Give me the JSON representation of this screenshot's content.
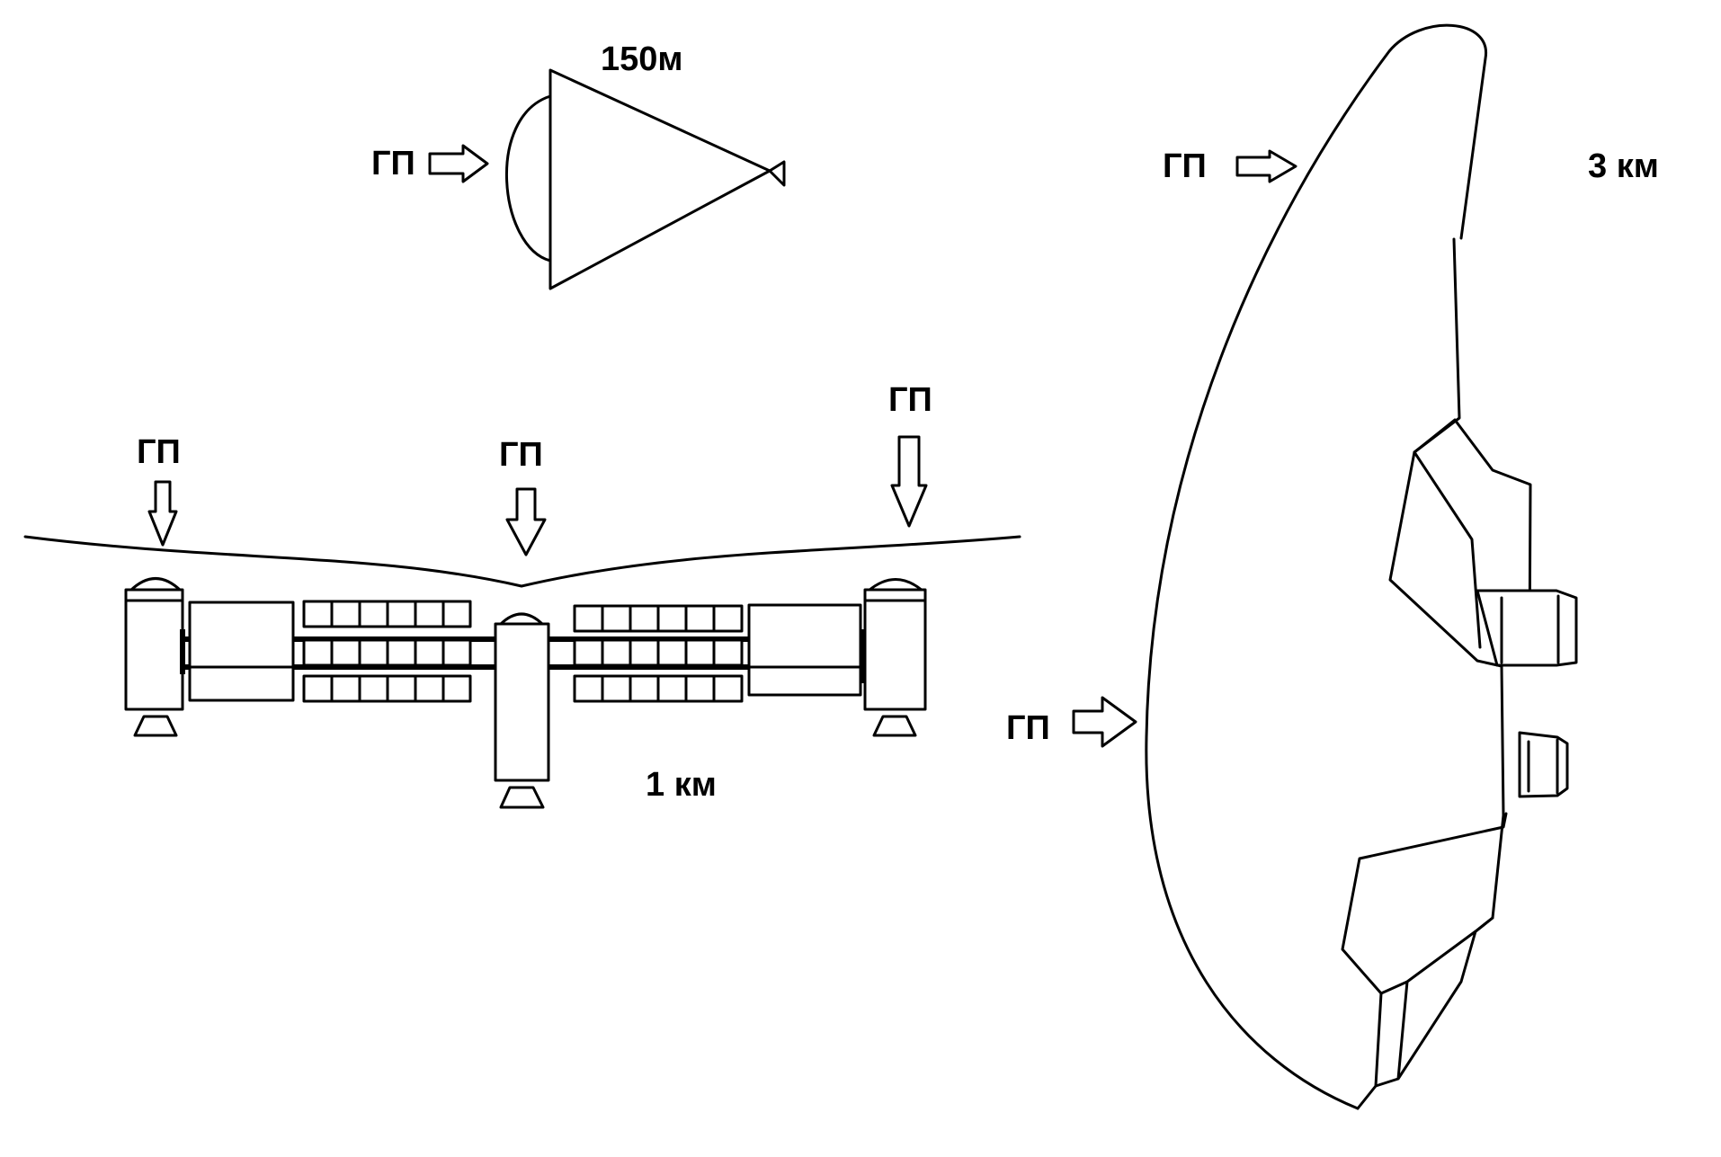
{
  "diagram": {
    "cone_ship": {
      "size_label": "150м",
      "arrow_label": "ГП"
    },
    "station": {
      "size_label": "1 км",
      "arrow_labels": [
        "ГП",
        "ГП",
        "ГП"
      ]
    },
    "large_ship": {
      "size_label": "3 км",
      "arrow_labels": [
        "ГП",
        "ГП"
      ]
    }
  }
}
